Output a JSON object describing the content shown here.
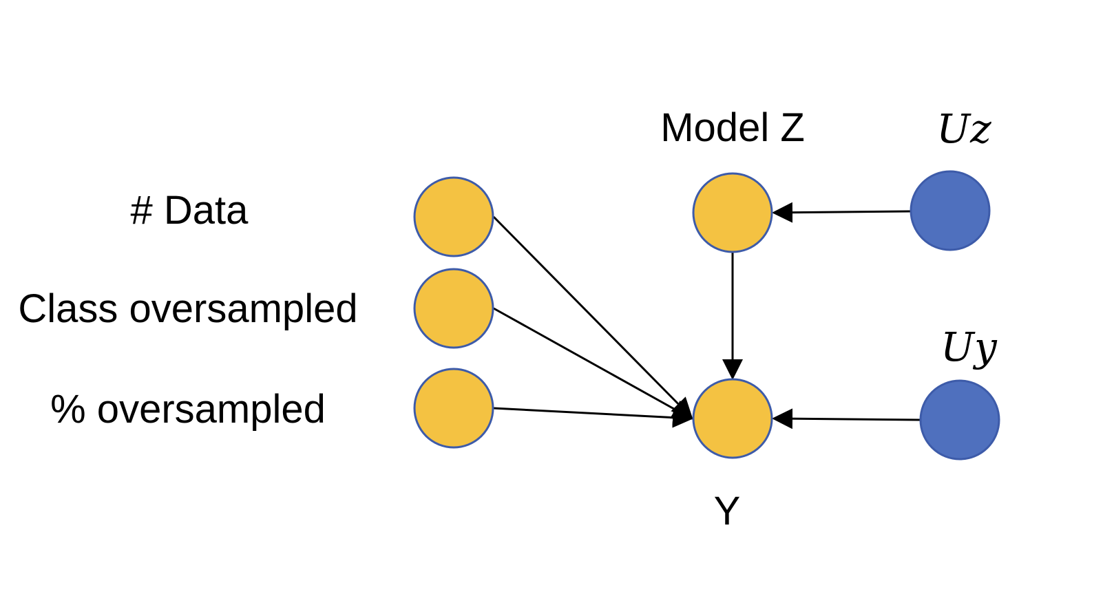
{
  "labels": {
    "data": "# Data",
    "class_oversampled": "Class oversampled",
    "pct_oversampled": "% oversampled",
    "model_z": "Model Z",
    "y": "Y",
    "uz": "Uz",
    "uy": "Uy"
  },
  "colors": {
    "yellow_fill": "#F4C242",
    "yellow_stroke": "#3D5BA9",
    "blue_fill": "#4F70BE",
    "blue_stroke": "#3D5BA9",
    "edge": "#000000"
  }
}
